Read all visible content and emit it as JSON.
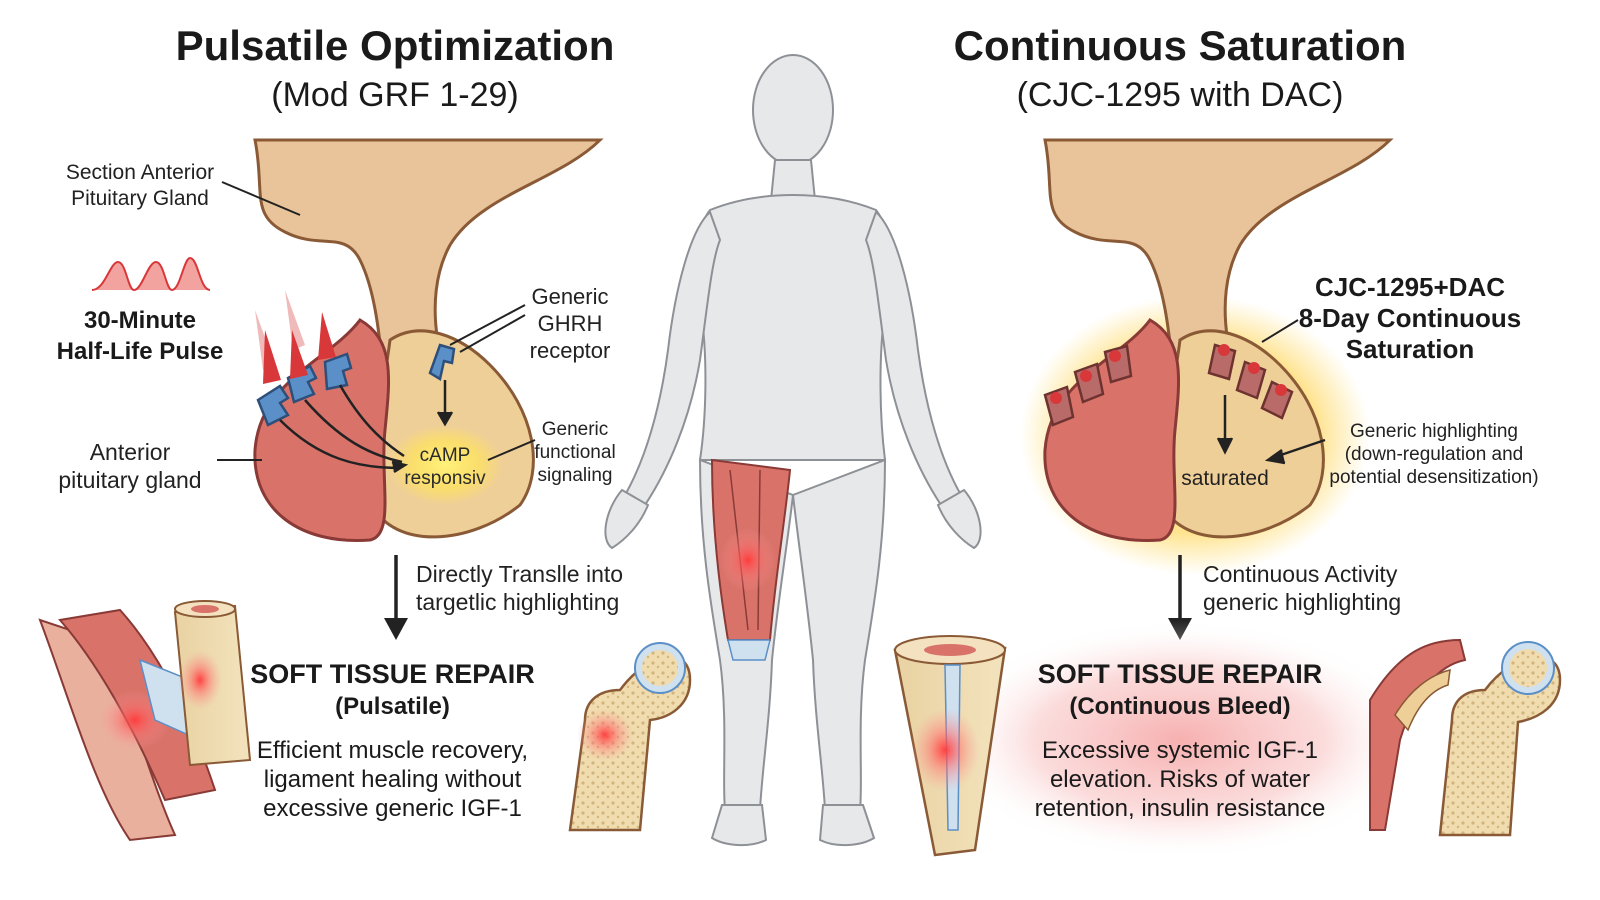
{
  "left": {
    "title": "Pulsatile Optimization",
    "subtitle": "(Mod GRF 1-29)",
    "section_label_line1": "Section Anterior",
    "section_label_line2": "Pituitary Gland",
    "pulse_label_line1": "30-Minute",
    "pulse_label_line2": "Half-Life Pulse",
    "receptor_label_line1": "Generic",
    "receptor_label_line2": "GHRH",
    "receptor_label_line3": "receptor",
    "gland_label_line1": "Anterior",
    "gland_label_line2": "pituitary gland",
    "camp_line1": "cAMP",
    "camp_line2": "responsiv",
    "signal_label_line1": "Generic",
    "signal_label_line2": "functional",
    "signal_label_line3": "signaling",
    "arrow_label_line1": "Directly Translle into",
    "arrow_label_line2": "targetlic highlighting",
    "repair_title": "SOFT TISSUE REPAIR",
    "repair_sub": "(Pulsatile)",
    "repair_desc_line1": "Efficient muscle recovery,",
    "repair_desc_line2": "ligament healing without",
    "repair_desc_line3": "excessive generic IGF-1"
  },
  "right": {
    "title": "Continuous Saturation",
    "subtitle": "(CJC-1295 with DAC)",
    "drug_label_line1": "CJC-1295+DAC",
    "drug_label_line2": "8-Day Continuous",
    "drug_label_line3": "Saturation",
    "saturated_label": "saturated",
    "highlight_label_line1": "Generic highlighting",
    "highlight_label_line2": "(down-regulation and",
    "highlight_label_line3": "potential desensitization)",
    "arrow_label_line1": "Continuous Activity",
    "arrow_label_line2": "generic highlighting",
    "repair_title": "SOFT TISSUE REPAIR",
    "repair_sub": "(Continuous Bleed)",
    "repair_desc_line1": "Excessive systemic IGF-1",
    "repair_desc_line2": "elevation. Risks of water",
    "repair_desc_line3": "retention, insulin resistance"
  },
  "colors": {
    "stalk": "#e9c49a",
    "gland_red": "#d9736a",
    "posterior": "#efcf98",
    "receptor_blue": "#5b8fc7",
    "pulse_red": "#d8383a",
    "glow": "#ffd54a",
    "body": "#e6e8ea"
  }
}
